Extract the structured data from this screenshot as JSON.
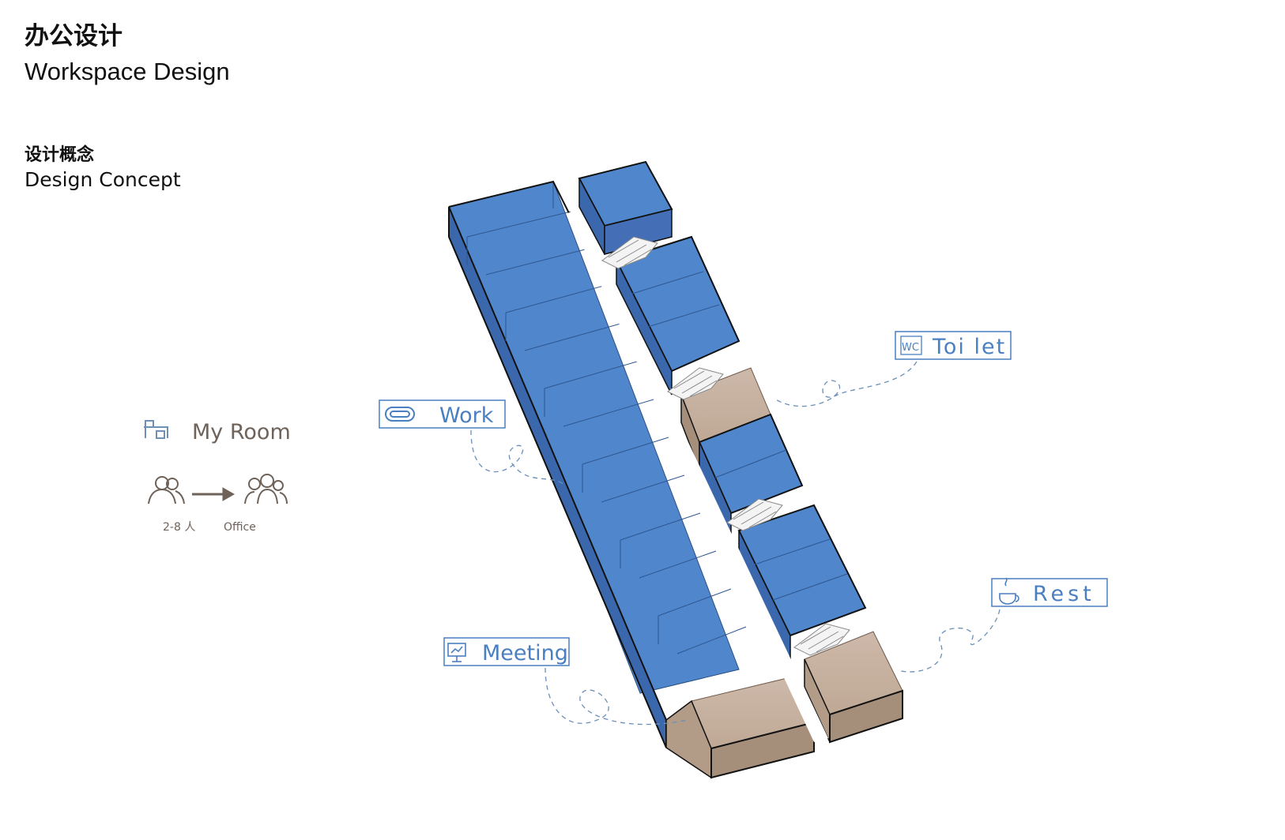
{
  "header": {
    "title_cn": "办公设计",
    "title_en": "Workspace Design",
    "subtitle_cn": "设计概念",
    "subtitle_en": "Design Concept"
  },
  "legend": {
    "my_room_label": "My Room",
    "people_count": "2-8 人",
    "office_label": "Office",
    "icons": [
      "desk-icon",
      "people-icon",
      "arrow-right-icon",
      "group-icon"
    ]
  },
  "callouts": {
    "work": "Work",
    "toilet": "Toi let",
    "toilet_badge": "WC",
    "rest": "Rest",
    "meeting": "Meeting"
  },
  "colors": {
    "office_blue": "#4a7fc8",
    "service_tan": "#c8b3a3",
    "callout_blue": "#4a7fc1",
    "legend_gray": "#6e6259"
  }
}
